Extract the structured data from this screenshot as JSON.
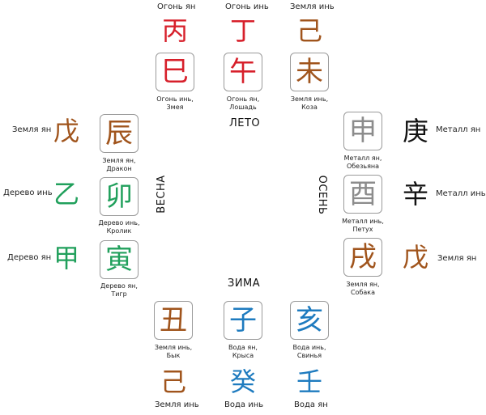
{
  "colors": {
    "fire": "#d7202b",
    "earth": "#a0541c",
    "wood": "#21a05c",
    "water": "#1e7bbf",
    "metal_yang": "#111111",
    "metal_branch": "#8c8c8c"
  },
  "seasons": {
    "summer": "ЛЕТО",
    "spring": "ВЕСНА",
    "autumn": "ОСЕНЬ",
    "winter": "ЗИМА"
  },
  "top_stems": [
    {
      "label": "Огонь ян",
      "char": "丙"
    },
    {
      "label": "Огонь инь",
      "char": "丁"
    },
    {
      "label": "Земля инь",
      "char": "己"
    }
  ],
  "top_branches": [
    {
      "char": "巳",
      "cap1": "Огонь инь,",
      "cap2": "Змея"
    },
    {
      "char": "午",
      "cap1": "Огонь ян,",
      "cap2": "Лошадь"
    },
    {
      "char": "未",
      "cap1": "Земля инь,",
      "cap2": "Коза"
    }
  ],
  "left_stems": [
    {
      "label": "Земля ян",
      "char": "戊"
    },
    {
      "label": "Дерево инь",
      "char": "乙"
    },
    {
      "label": "Дерево ян",
      "char": "甲"
    }
  ],
  "left_branches": [
    {
      "char": "辰",
      "cap1": "Земля ян,",
      "cap2": "Дракон"
    },
    {
      "char": "卯",
      "cap1": "Дерево инь,",
      "cap2": "Кролик"
    },
    {
      "char": "寅",
      "cap1": "Дерево ян,",
      "cap2": "Тигр"
    }
  ],
  "right_branches": [
    {
      "char": "申",
      "cap1": "Металл ян,",
      "cap2": "Обезьяна"
    },
    {
      "char": "酉",
      "cap1": "Металл инь,",
      "cap2": "Петух"
    },
    {
      "char": "戌",
      "cap1": "Земля ян,",
      "cap2": "Собака"
    }
  ],
  "right_stems": [
    {
      "label": "Металл ян",
      "char": "庚"
    },
    {
      "label": "Металл инь",
      "char": "辛"
    },
    {
      "label": "Земля ян",
      "char": "戊"
    }
  ],
  "bottom_branches": [
    {
      "char": "丑",
      "cap1": "Земля инь,",
      "cap2": "Бык"
    },
    {
      "char": "子",
      "cap1": "Вода ян,",
      "cap2": "Крыса"
    },
    {
      "char": "亥",
      "cap1": "Вода инь,",
      "cap2": "Свинья"
    }
  ],
  "bottom_stems": [
    {
      "label": "Земля инь",
      "char": "己"
    },
    {
      "label": "Вода инь",
      "char": "癸"
    },
    {
      "label": "Вода ян",
      "char": "壬"
    }
  ]
}
